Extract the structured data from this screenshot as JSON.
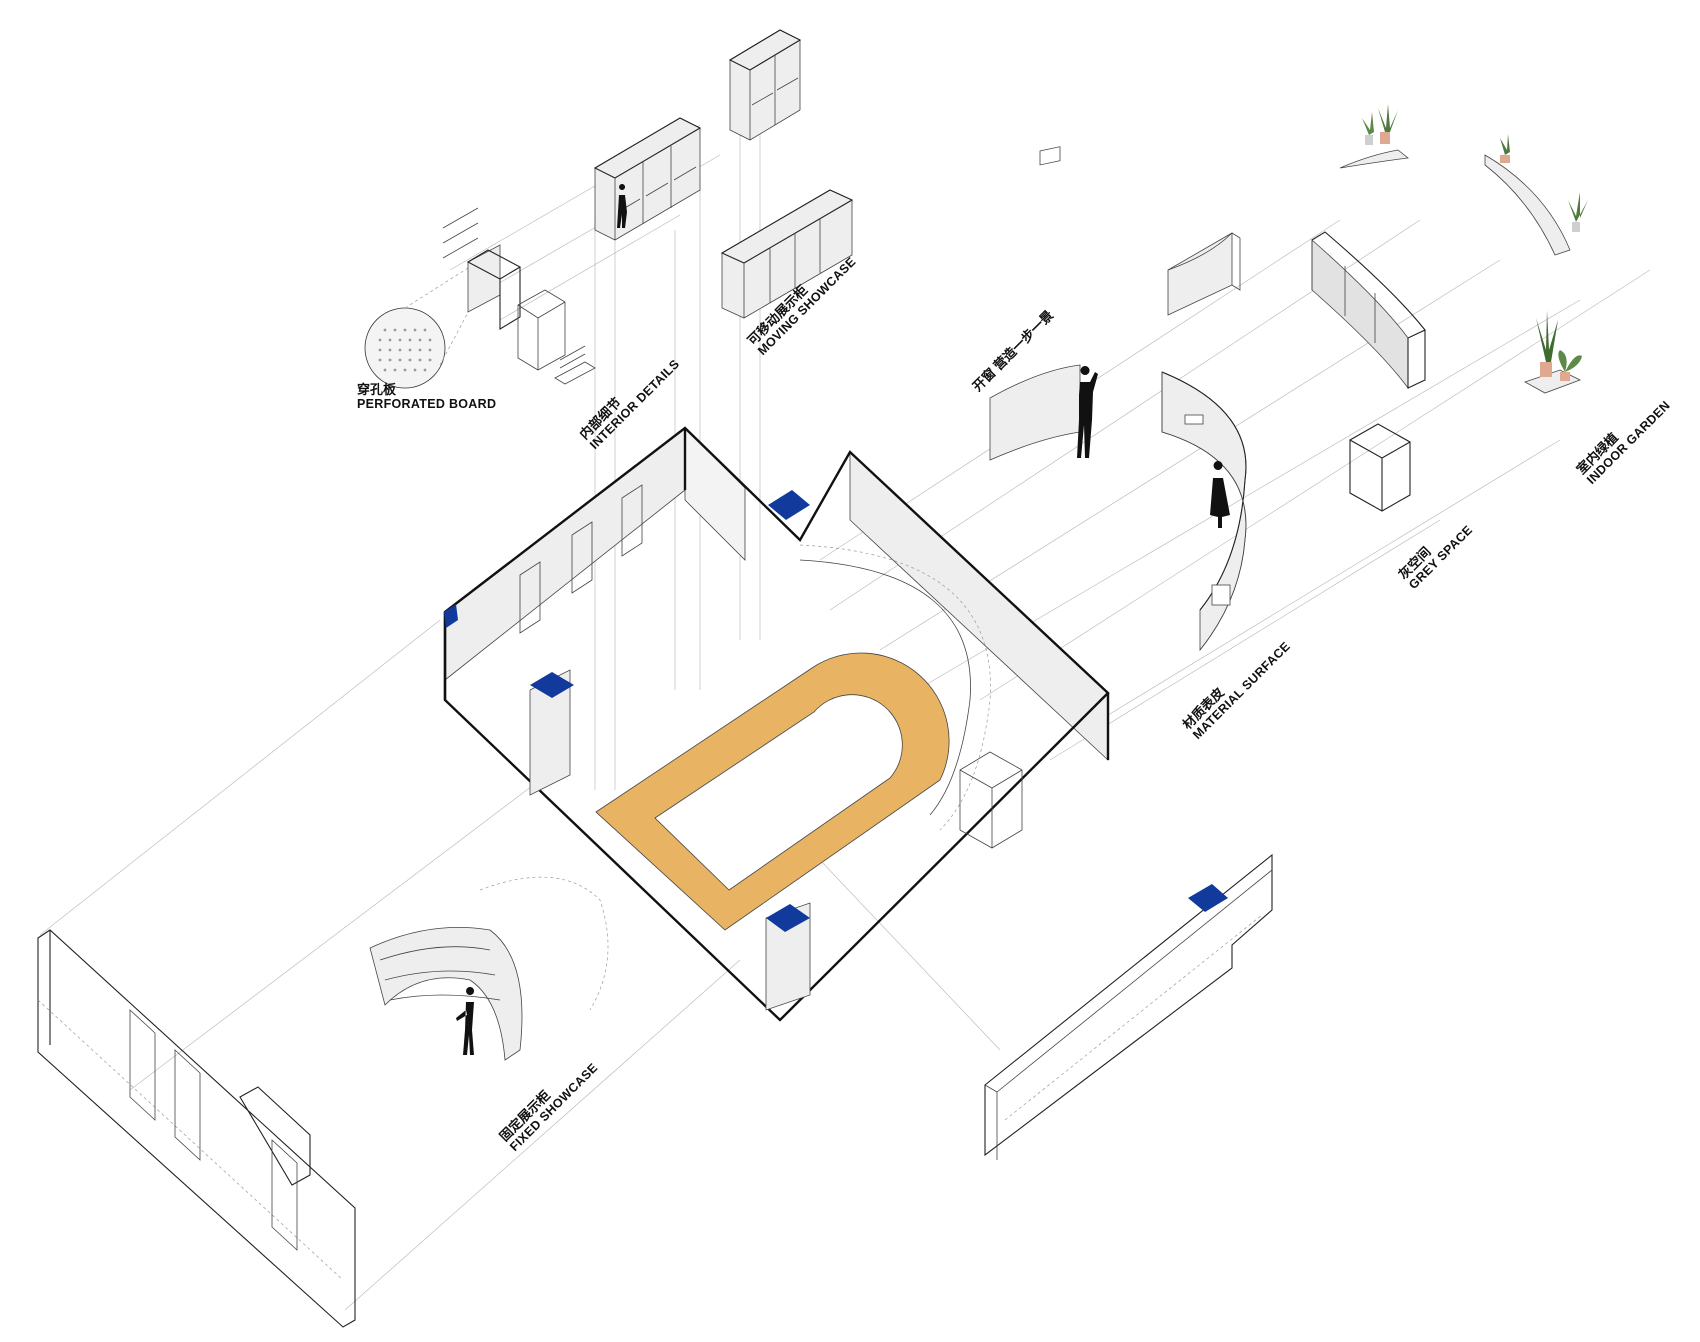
{
  "labels": {
    "perforated_board": {
      "cn": "穿孔板",
      "en": "PERFORATED BOARD"
    },
    "interior_details": {
      "cn": "内部细节",
      "en": "INTERIOR DETAILS"
    },
    "moving_showcase": {
      "cn": "可移动展示柜",
      "en": "MOVING SHOWCASE"
    },
    "open_window": {
      "cn": "开窗 营造一步一景"
    },
    "material_surface": {
      "cn": "材质表皮",
      "en": "MATERIAL SURFACE"
    },
    "grey_space": {
      "cn": "灰空间",
      "en": "GREY SPACE"
    },
    "indoor_garden": {
      "cn": "室内绿植",
      "en": "INDOOR GARDEN"
    },
    "fixed_showcase": {
      "cn": "固定展示柜",
      "en": "FIXED SHOWCASE"
    }
  },
  "colors": {
    "track": "#e8b464",
    "column_cap": "#123a9c",
    "plant_green": "#4f7a3e",
    "pot": "#e0a791",
    "line": "#222222"
  }
}
